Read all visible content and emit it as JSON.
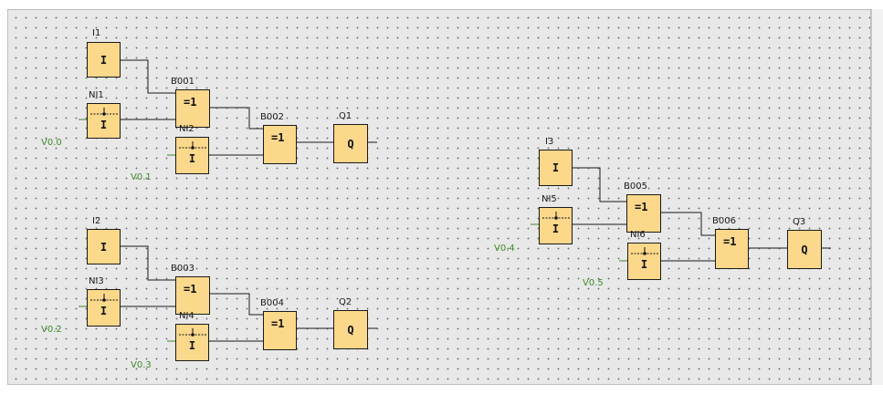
{
  "diagram": {
    "blocks": {
      "i1": {
        "name": "I1",
        "symbol": "I"
      },
      "ni1": {
        "name": "NI1",
        "symbol": "I",
        "value": "V0.0"
      },
      "b001": {
        "name": "B001",
        "symbol": "=1"
      },
      "ni2": {
        "name": "NI2",
        "symbol": "I",
        "value": "V0.1"
      },
      "b002": {
        "name": "B002",
        "symbol": "=1"
      },
      "q1": {
        "name": "Q1",
        "symbol": "Q"
      },
      "i2": {
        "name": "I2",
        "symbol": "I"
      },
      "ni3": {
        "name": "NI3",
        "symbol": "I",
        "value": "V0.2"
      },
      "b003": {
        "name": "B003",
        "symbol": "=1"
      },
      "ni4": {
        "name": "NI4",
        "symbol": "I",
        "value": "V0.3"
      },
      "b004": {
        "name": "B004",
        "symbol": "=1"
      },
      "q2": {
        "name": "Q2",
        "symbol": "Q"
      },
      "i3": {
        "name": "I3",
        "symbol": "I"
      },
      "ni5": {
        "name": "NI5",
        "symbol": "I",
        "value": "V0.4"
      },
      "b005": {
        "name": "B005",
        "symbol": "=1"
      },
      "ni6": {
        "name": "NI6",
        "symbol": "I",
        "value": "V0.5"
      },
      "b006": {
        "name": "B006",
        "symbol": "=1"
      },
      "q3": {
        "name": "Q3",
        "symbol": "Q"
      }
    },
    "connections": [
      [
        "I1",
        "B001"
      ],
      [
        "NI1",
        "B001"
      ],
      [
        "B001",
        "B002"
      ],
      [
        "NI2",
        "B002"
      ],
      [
        "B002",
        "Q1"
      ],
      [
        "I2",
        "B003"
      ],
      [
        "NI3",
        "B003"
      ],
      [
        "B003",
        "B004"
      ],
      [
        "NI4",
        "B004"
      ],
      [
        "B004",
        "Q2"
      ],
      [
        "I3",
        "B005"
      ],
      [
        "NI5",
        "B005"
      ],
      [
        "B005",
        "B006"
      ],
      [
        "NI6",
        "B006"
      ],
      [
        "B006",
        "Q3"
      ]
    ]
  },
  "colors": {
    "block_fill": "#fbd88a",
    "value_label": "#3f8a2a",
    "wire": "#1a1a1a",
    "canvas": "#e8e8e8"
  }
}
